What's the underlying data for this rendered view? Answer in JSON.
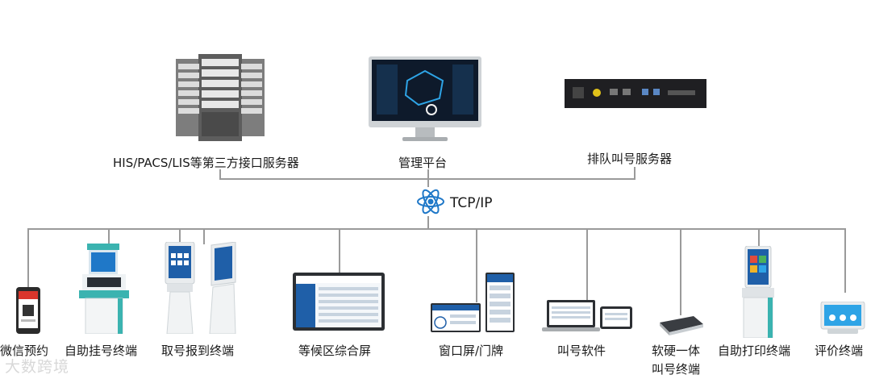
{
  "top": {
    "servers_label": "HIS/PACS/LIS等第三方接口服务器",
    "platform_label": "管理平台",
    "queue_server_label": "排队叫号服务器"
  },
  "network": {
    "protocol_label": "TCP/IP"
  },
  "devices": {
    "wechat_label": "微信预约",
    "self_register_label": "自助挂号终端",
    "ticket_checkin_label": "取号报到终端",
    "waiting_screen_label": "等候区综合屏",
    "window_screen_label": "窗口屏/门牌",
    "calling_software_label": "叫号软件",
    "integrated_terminal_label_1": "软硬一体",
    "integrated_terminal_label_2": "叫号终端",
    "self_print_label": "自助打印终端",
    "evaluation_label": "评价终端"
  },
  "watermark": "大数跨境",
  "colors": {
    "line": "#9a9a9a",
    "accent_blue": "#1f78c8",
    "kiosk_teal": "#3bb3b0",
    "screen_dark": "#0e1a2b"
  }
}
